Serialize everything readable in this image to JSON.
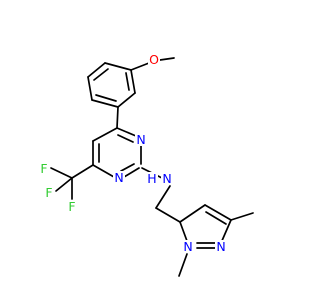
{
  "molecule": {
    "atoms": {
      "o_methoxy": "O",
      "n_ring_3": "N",
      "n_ring_1": "N",
      "n_amine": "N",
      "h_amine": "H",
      "f_1": "F",
      "f_2": "F",
      "f_3": "F",
      "n_pyrazole_1": "N",
      "n_pyrazole_2": "N"
    }
  },
  "colors": {
    "oxygen": "#ff0000",
    "nitrogen": "#0000ff",
    "fluorine": "#33cc33",
    "bond": "#000000",
    "background": "#ffffff"
  }
}
